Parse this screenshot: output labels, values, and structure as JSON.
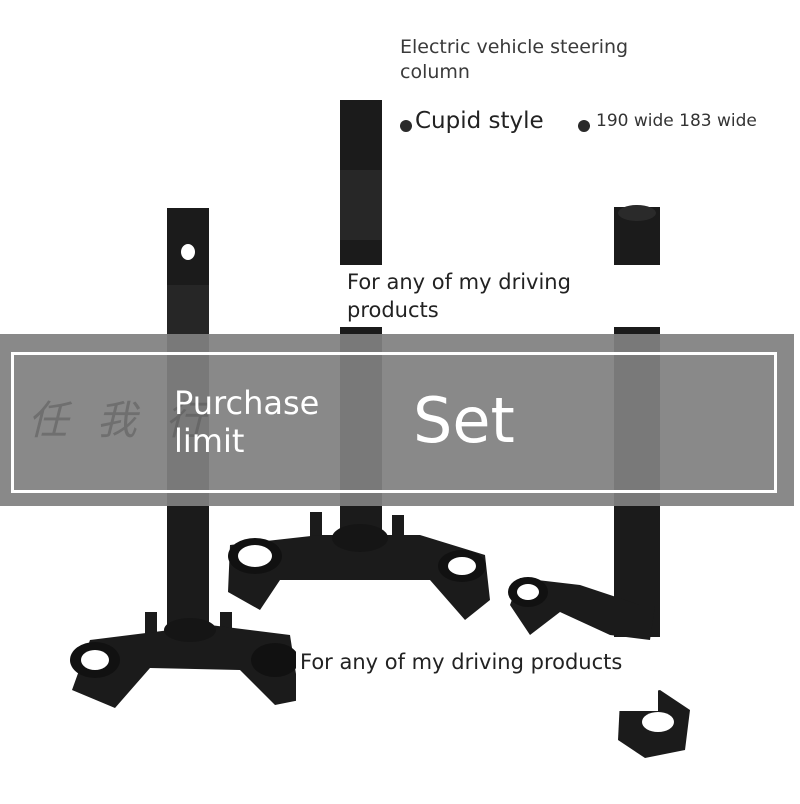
{
  "product": {
    "title": "Electric vehicle steering column",
    "style": "Cupid style",
    "width": "190 wide 183 wide",
    "note_top": "For any of my driving products",
    "note_bottom": "For any of my driving products"
  },
  "banner": {
    "limit_label": "Purchase limit",
    "value": "Set"
  },
  "colors": {
    "part": "#1b1b1b",
    "band": "#808080",
    "frame": "#ffffff"
  }
}
